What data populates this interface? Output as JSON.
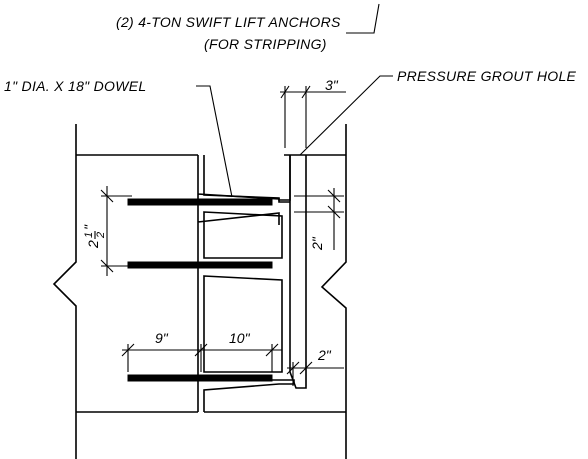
{
  "notes": {
    "lift_anchors": "(2) 4-TON SWIFT LIFT ANCHORS",
    "lift_anchors_sub": "(FOR STRIPPING)",
    "grout_hole": "PRESSURE GROUT HOLE",
    "dowel": "1\" DIA. X 18\" DOWEL"
  },
  "dimensions": {
    "top_gap": "3\"",
    "right_spacing": "2\"",
    "dowel_spacing_whole": "2",
    "dowel_spacing_num": "1",
    "dowel_spacing_den": "2",
    "dowel_spacing_inch": "\"",
    "embed_left": "9\"",
    "embed_right": "10\"",
    "bottom_gap": "2\""
  }
}
